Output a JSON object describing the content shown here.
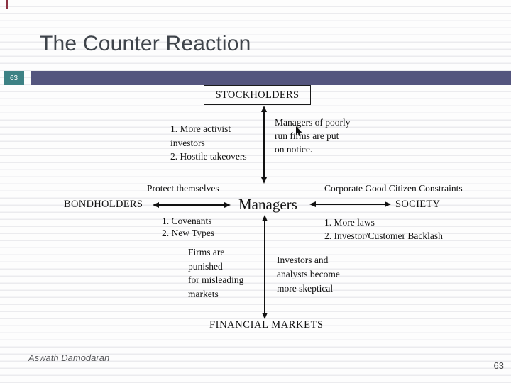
{
  "header": {
    "title": "The Counter Reaction",
    "slide_number": "63"
  },
  "diagram": {
    "stockholders": "STOCKHOLDERS",
    "activist_note": "1. More activist\ninvestors\n2. Hostile takeovers",
    "managers_notice_note": "Managers of poorly\nrun firms are put\non notice.",
    "protect_label": "Protect themselves",
    "bondholders": "BONDHOLDERS",
    "covenants_note": "1. Covenants\n2. New Types",
    "managers": "Managers",
    "corporate_constraints_label": "Corporate Good Citizen Constraints",
    "society": "SOCIETY",
    "laws_note": "1. More laws\n2. Investor/Customer Backlash",
    "firms_note": "Firms are\npunished\nfor misleading\nmarkets",
    "investors_note": "Investors and\nanalysts become\nmore skeptical",
    "financial_markets": "FINANCIAL MARKETS"
  },
  "footer": {
    "author": "Aswath Damodaran",
    "page_number": "63"
  },
  "colors": {
    "accent_teal": "#3d8184",
    "accent_purple": "#54557e",
    "accent_red": "#8c3142"
  }
}
